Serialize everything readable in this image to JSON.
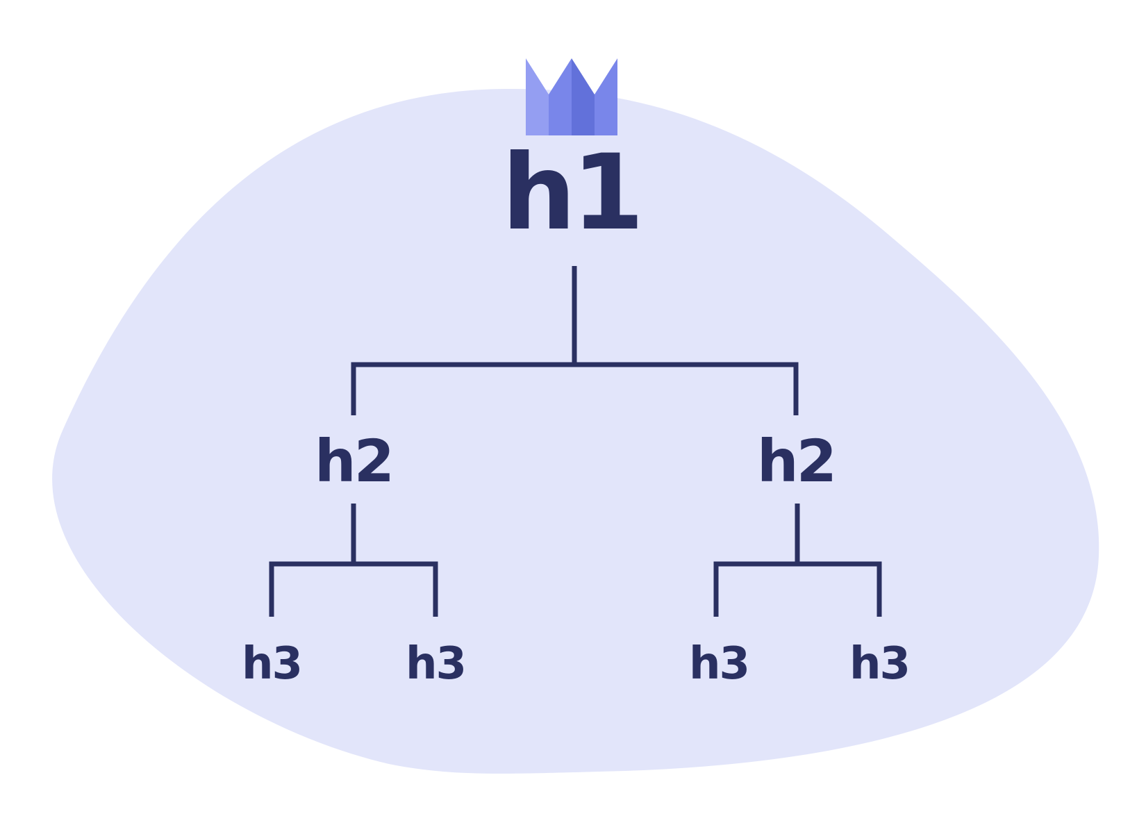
{
  "colors": {
    "blob": "#e2e5fa",
    "line": "#2a3061",
    "text": "#2a3061",
    "crown_light": "#949ef2",
    "crown_mid": "#7986ea",
    "crown_dark": "#6271da"
  },
  "icons": {
    "crown": "crown-icon"
  },
  "tree": {
    "root": {
      "label": "h1"
    },
    "children": [
      {
        "label": "h2",
        "children": [
          {
            "label": "h3"
          },
          {
            "label": "h3"
          }
        ]
      },
      {
        "label": "h2",
        "children": [
          {
            "label": "h3"
          },
          {
            "label": "h3"
          }
        ]
      }
    ]
  }
}
